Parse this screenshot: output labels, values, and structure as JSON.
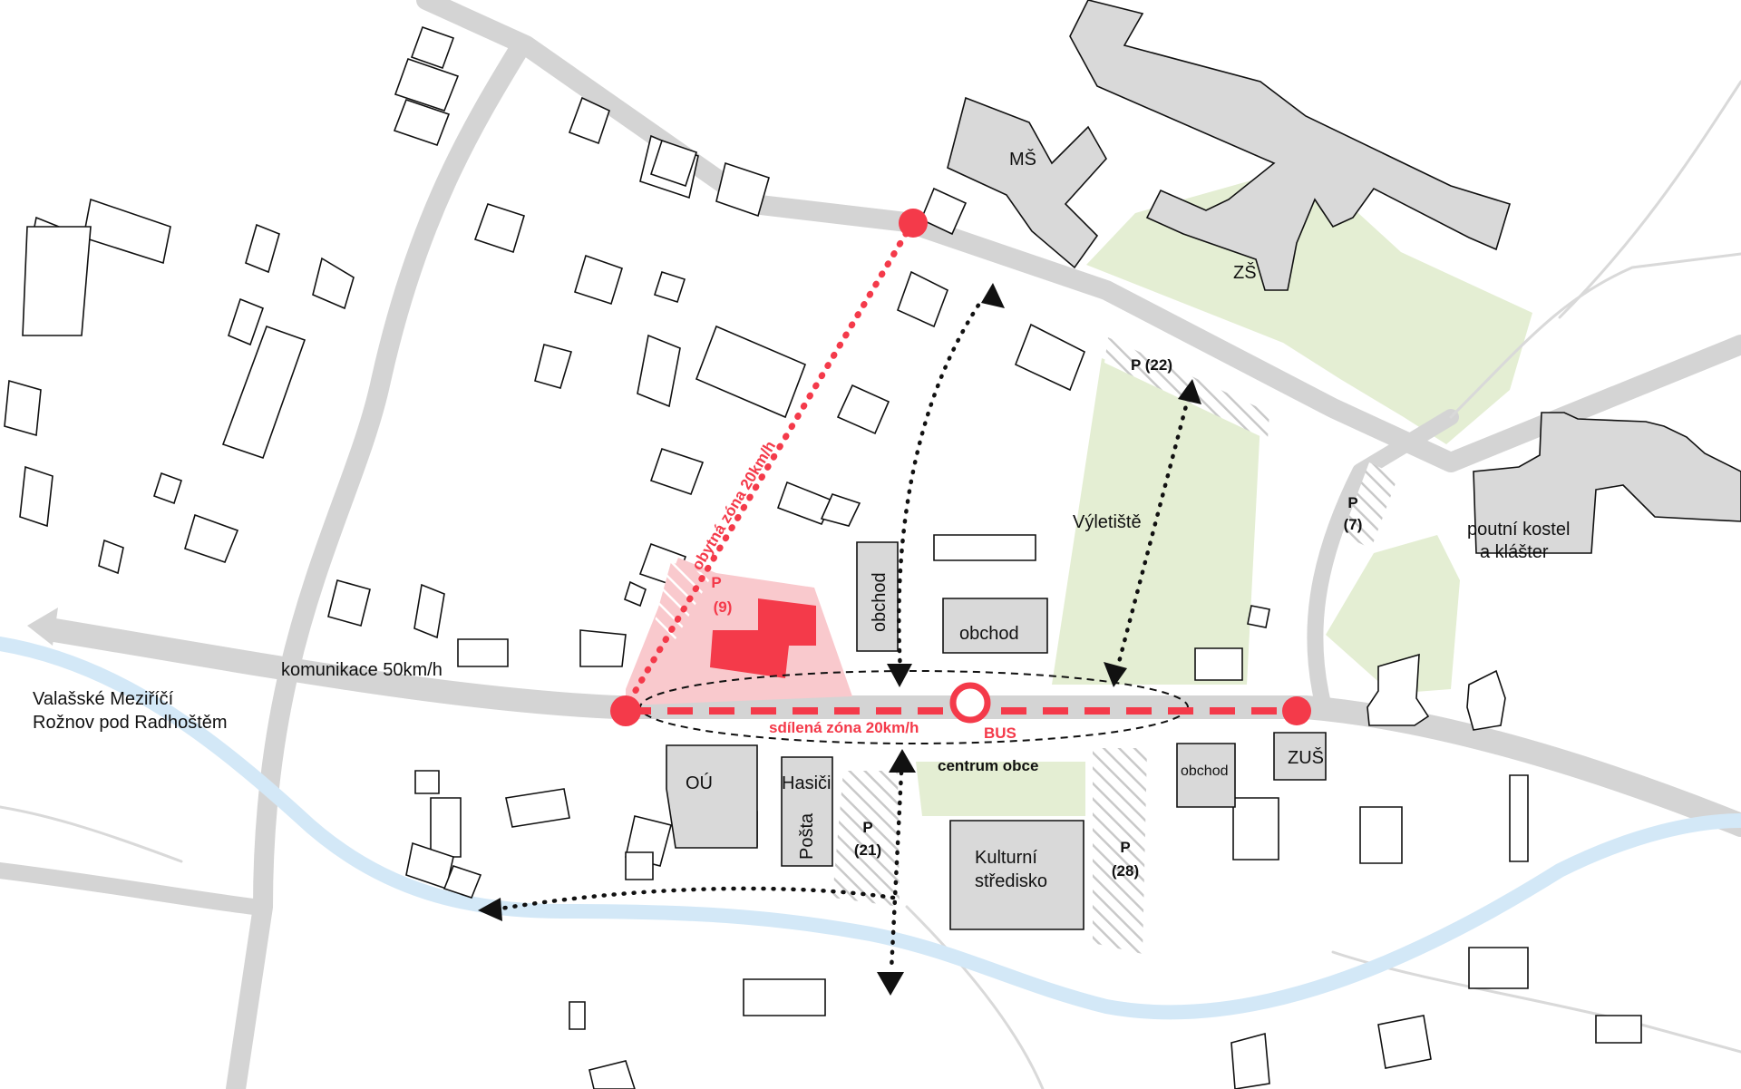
{
  "colors": {
    "accent": "#f43a4a",
    "accent_light": "#f9c9cd",
    "park": "#e4eed3",
    "river": "#d3e8f7",
    "road": "#d4d4d4",
    "public_building": "#d9d9d9"
  },
  "labels": {
    "destination_line1": "Valašské Meziříčí",
    "destination_line2": "Rožnov pod Radhoštěm",
    "main_road": "komunikace 50km/h",
    "residential_zone": "obytná zóna 20km/h",
    "shared_zone": "sdílená zóna 20km/h",
    "bus": "BUS",
    "village_center": "centrum obce",
    "kindergarten": "MŠ",
    "school": "ZŠ",
    "recreation_ground": "Výletiště",
    "church_line1": "poutní kostel",
    "church_line2": "a klášter",
    "shop_vertical": "obchod",
    "shop_main": "obchod",
    "shop_small": "obchod",
    "municipal_office": "OÚ",
    "firefighters": "Hasiči",
    "post_office": "Pošta",
    "culture_line1": "Kulturní",
    "culture_line2": "středisko",
    "art_school": "ZUŠ"
  },
  "parking": [
    {
      "id": "p9",
      "letter": "P",
      "capacity": "(9)"
    },
    {
      "id": "p22",
      "letter": "P",
      "capacity": "(22)"
    },
    {
      "id": "p7",
      "letter": "P",
      "capacity": "(7)"
    },
    {
      "id": "p21",
      "letter": "P",
      "capacity": "(21)"
    },
    {
      "id": "p28",
      "letter": "P",
      "capacity": "(28)"
    }
  ]
}
